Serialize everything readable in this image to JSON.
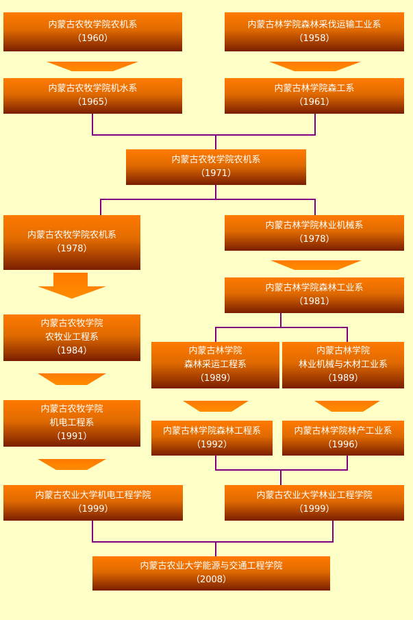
{
  "nodes": {
    "n1": {
      "lines": [
        "内蒙古农牧学院农机系",
        "（1960）"
      ]
    },
    "n2": {
      "lines": [
        "内蒙古林学院森林采伐运输工业系",
        "（1958）"
      ]
    },
    "n3": {
      "lines": [
        "内蒙古农牧学院机水系",
        "（1965）"
      ]
    },
    "n4": {
      "lines": [
        "内蒙古林学院森工系",
        "（1961）"
      ]
    },
    "n5": {
      "lines": [
        "内蒙古农牧学院农机系",
        "（1971）"
      ]
    },
    "n6": {
      "lines": [
        "内蒙古农牧学院农机系",
        "（1978）"
      ]
    },
    "n7": {
      "lines": [
        "内蒙古林学院林业机械系",
        "（1978）"
      ]
    },
    "n8": {
      "lines": [
        "内蒙古林学院森林工业系",
        "（1981）"
      ]
    },
    "n9": {
      "lines": [
        "内蒙古农牧学院",
        "农牧业工程系",
        "（1984）"
      ]
    },
    "n10": {
      "lines": [
        "内蒙古林学院",
        "森林采运工程系",
        "（1989）"
      ]
    },
    "n11": {
      "lines": [
        "内蒙古林学院",
        "林业机械与木材工业系",
        "（1989）"
      ]
    },
    "n12": {
      "lines": [
        "内蒙古农牧学院",
        "机电工程系",
        "（1991）"
      ]
    },
    "n13": {
      "lines": [
        "内蒙古林学院森林工程系",
        "（1992）"
      ]
    },
    "n14": {
      "lines": [
        "内蒙古林学院林产工业系",
        "（1996）"
      ]
    },
    "n15": {
      "lines": [
        "内蒙古农业大学机电工程学院",
        "（1999）"
      ]
    },
    "n16": {
      "lines": [
        "内蒙古农业大学林业工程学院",
        "（1999）"
      ]
    },
    "n17": {
      "lines": [
        "内蒙古农业大学能源与交通工程学院",
        "（2008）"
      ]
    }
  },
  "colors": {
    "background": "#ffffc8",
    "box_top": "#ff7a00",
    "box_bottom": "#7a1e00",
    "connector": "#800080",
    "text": "#ffffff"
  }
}
